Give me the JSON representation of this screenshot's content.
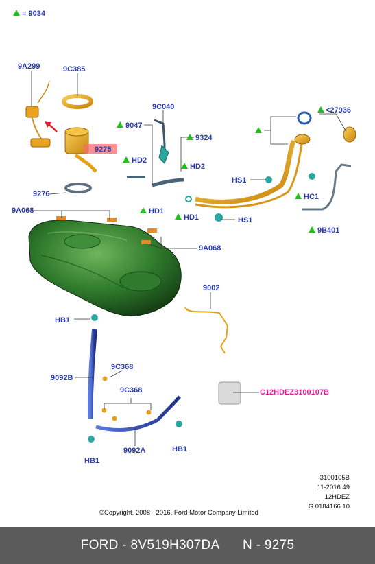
{
  "legend": {
    "marker": "triangle-green-icon",
    "text": "= 9034"
  },
  "labels": {
    "l_9A299": "9A299",
    "l_9C385": "9C385",
    "l_9275": "9275",
    "l_9276": "9276",
    "l_9A068_left": "9A068",
    "l_9C040": "9C040",
    "l_9047": "9047",
    "l_9324": "9324",
    "l_HD2_left": "HD2",
    "l_HD2_right": "HD2",
    "l_HD1_left": "HD1",
    "l_HD1_right": "HD1",
    "l_HS1_left": "HS1",
    "l_HS1_right": "HS1",
    "l_27936": "<27936",
    "l_HC1": "HC1",
    "l_9B401": "9B401",
    "l_9A068_right": "9A068",
    "l_9002": "9002",
    "l_HB1_top": "HB1",
    "l_9092B": "9092B",
    "l_9C368_a": "9C368",
    "l_9C368_b": "9C368",
    "l_9092A": "9092A",
    "l_HB1_right": "HB1",
    "l_HB1_bottom": "HB1",
    "l_C12": "C12HDEZ3100107B"
  },
  "meta": [
    "3100105B",
    "11-2016 49",
    "12HDEZ",
    "G 0184166 10"
  ],
  "copyright": "©Copyright, 2008 - 2016, Ford Motor Company Limited",
  "footer": {
    "brand": "FORD",
    "part_number": "8V519H307DA",
    "ref": "N - 9275"
  },
  "colors": {
    "label_blue": "#2b3db0",
    "label_pink": "#e0219a",
    "tank_green": "#2f7a2c",
    "fuel_orange": "#e3a21a",
    "strap_blue": "#2a3f9e",
    "marker_green": "#22c01c",
    "highlight_red": "#f56e6e",
    "footer_bg": "#5b5b5b"
  }
}
